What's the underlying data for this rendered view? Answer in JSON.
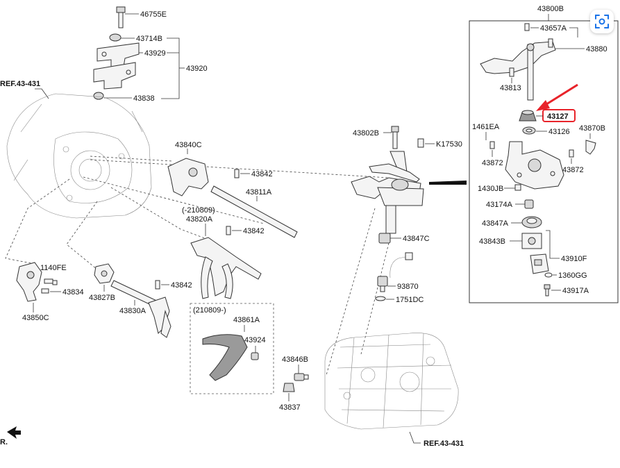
{
  "diagram": {
    "callouts": {
      "p46755E": "46755E",
      "p43714B": "43714B",
      "p43929": "43929",
      "p43920": "43920",
      "p43838": "43838",
      "ref_left": "REF.43-431",
      "p43840C": "43840C",
      "p43842_a": "43842",
      "p43811A": "43811A",
      "p210809_a": "(-210809)",
      "p43820A": "43820A",
      "p43842_b": "43842",
      "p1140FE": "1140FE",
      "p43834": "43834",
      "p43850C": "43850C",
      "p43827B": "43827B",
      "p43842_c": "43842",
      "p43830A": "43830A",
      "p210809_b": "(210809-)",
      "p43861A": "43861A",
      "p43924": "43924",
      "p43802B": "43802B",
      "pK17530": "K17530",
      "p43847C": "43847C",
      "p93870": "93870",
      "p1751DC": "1751DC",
      "p43846B": "43846B",
      "p43837": "43837",
      "ref_bottom": "REF.43-431",
      "fr": "R.",
      "p43800B": "43800B",
      "p43657A": "43657A",
      "p43880": "43880",
      "p43813": "43813",
      "p43127": "43127",
      "p1461EA": "1461EA",
      "p43126": "43126",
      "p43870B": "43870B",
      "p43872_a": "43872",
      "p43872_b": "43872",
      "p1430JB": "1430JB",
      "p43174A": "43174A",
      "p43847A": "43847A",
      "p43843B": "43843B",
      "p43910F": "43910F",
      "p1360GG": "1360GG",
      "p43917A": "43917A"
    },
    "highlight": {
      "color": "#e8232a",
      "part": "43127"
    }
  },
  "lens_button": {
    "icon": "lens-search-icon",
    "color": "#1a73e8"
  }
}
